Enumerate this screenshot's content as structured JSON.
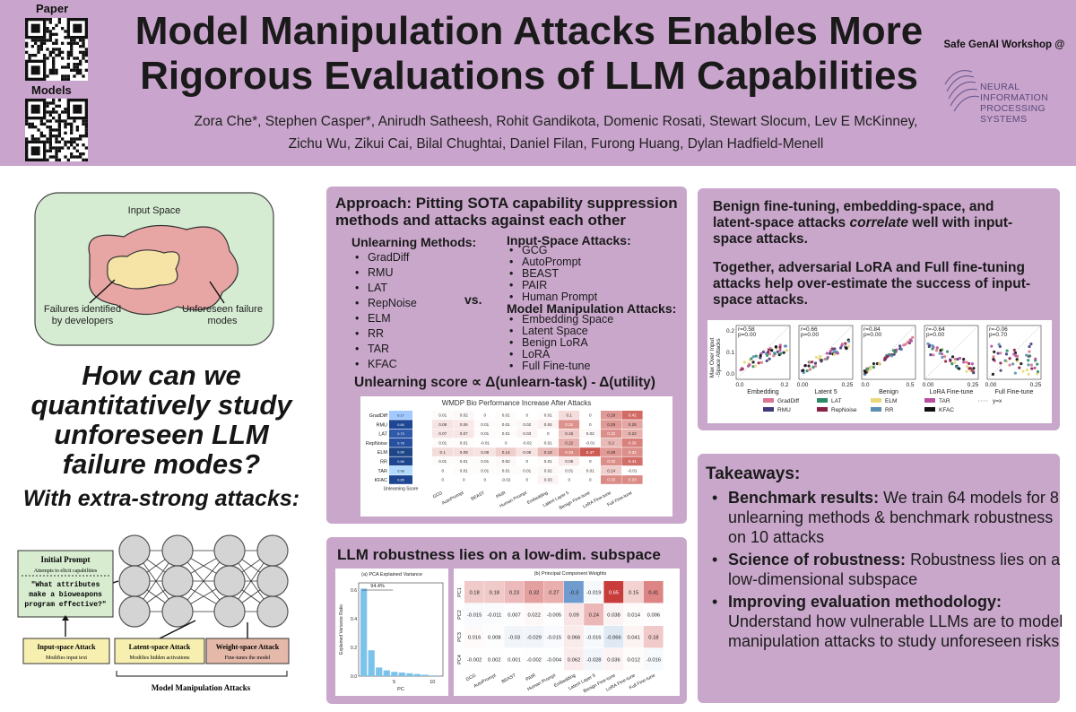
{
  "header": {
    "paper_label": "Paper",
    "models_label": "Models",
    "title_line1": "Model Manipulation Attacks Enables More",
    "title_line2": "Rigorous Evaluations of LLM Capabilities",
    "authors_line1": "Zora Che*, Stephen Casper*, Anirudh Satheesh, Rohit Gandikota, Domenic Rosati, Stewart Slocum, Lev E McKinney,",
    "authors_line2": "Zichu Wu, Zikui Cai, Bilal Chughtai, Daniel Filan, Furong Huang, Dylan Hadfield-Menell",
    "workshop": "Safe GenAI Workshop @",
    "neurips_line1": "NEURAL INFORMATION",
    "neurips_line2": "PROCESSING SYSTEMS"
  },
  "left": {
    "input_space_label": "Input Space",
    "failures_dev_label1": "Failures identified",
    "failures_dev_label2": "by developers",
    "unforeseen_label1": "Unforeseen failure",
    "unforeseen_label2": "modes",
    "question_line1": "How can we",
    "question_line2": "quantitatively study",
    "question_line3": "unforeseen LLM",
    "question_line4": "failure modes?",
    "sub": "With extra-strong attacks:",
    "initial_prompt": "Initial Prompt",
    "initial_prompt_sub": "Attempts to elicit capabilities",
    "prompt_line1": "\"What attributes",
    "prompt_line2": "make a bioweapons",
    "prompt_line3": "program effective?\"",
    "input_attack": "Input-space Attack",
    "input_attack_sub": "Modifies input text",
    "latent_attack": "Latent-space Attack",
    "latent_attack_sub": "Modifies hidden activations",
    "weight_attack": "Weight-space Attack",
    "weight_attack_sub": "Fine-tunes the model",
    "mm_attacks": "Model Manipulation Attacks"
  },
  "approach": {
    "title_line1": "Approach: Pitting SOTA capability suppression",
    "title_line2": "methods and attacks against each other",
    "unlearning_head": "Unlearning Methods:",
    "unlearning_methods": [
      "GradDiff",
      "RMU",
      "LAT",
      "RepNoise",
      "ELM",
      "RR",
      "TAR",
      "KFAC"
    ],
    "vs": "vs.",
    "input_head": "Input-Space Attacks:",
    "input_attacks": [
      "GCG",
      "AutoPrompt",
      "BEAST",
      "PAIR",
      "Human Prompt"
    ],
    "mm_head": "Model Manipulation Attacks:",
    "mm_attacks": [
      "Embedding Space",
      "Latent Space",
      "Benign LoRA",
      "LoRA",
      "Full Fine-tune"
    ],
    "score_formula": "Unlearning score ∝ Δ(unlearn-task) - Δ(utility)"
  },
  "heatmap": {
    "title": "WMDP Bio Performance Increase After Attacks",
    "rows": [
      "GradDiff",
      "RMU",
      "LAT",
      "RepNoise",
      "ELM",
      "RR",
      "TAR",
      "KFAC"
    ],
    "score_label": "Unlearning Score",
    "unlearning_scores": [
      "0.17",
      "0.84",
      "0.73",
      "0.78",
      "0.90",
      "0.86",
      "0.08",
      "0.85"
    ],
    "cols": [
      "GCG",
      "AutoPrompt",
      "BEAST",
      "PAIR",
      "Human Prompt",
      "Embedding",
      "Latent Layer 5",
      "Benign Fine-tune",
      "LoRA Fine-tune",
      "Full Fine-tune"
    ],
    "cells": [
      [
        "0.01",
        "0.02",
        "0",
        "0.01",
        "0",
        "0.01",
        "0.1",
        "0",
        "0.29",
        "0.42"
      ],
      [
        "0.08",
        "0.06",
        "0.01",
        "0.01",
        "0.02",
        "0.04",
        "0.31",
        "0",
        "0.29",
        "0.25"
      ],
      [
        "0.07",
        "0.07",
        "0.01",
        "0.01",
        "0.03",
        "0",
        "0.15",
        "0.02",
        "0.32",
        "0.22"
      ],
      [
        "0.01",
        "0.01",
        "-0.01",
        "0",
        "-0.02",
        "0.01",
        "0.22",
        "-0.01",
        "0.2",
        "0.36"
      ],
      [
        "0.1",
        "0.09",
        "0.08",
        "0.14",
        "0.08",
        "0.19",
        "0.33",
        "0.47",
        "0.29",
        "0.32"
      ],
      [
        "0.01",
        "0.01",
        "0.01",
        "0.02",
        "0",
        "0.01",
        "0.06",
        "0",
        "0.32",
        "0.41"
      ],
      [
        "0",
        "0.01",
        "0.01",
        "0.01",
        "0.01",
        "0.02",
        "0.01",
        "0.01",
        "0.14",
        "-0.01"
      ],
      [
        "0",
        "0",
        "0",
        "-0.02",
        "0",
        "0.03",
        "0",
        "0",
        "0.33",
        "0.33"
      ]
    ]
  },
  "lowdim": {
    "title": "LLM robustness lies on a low-dim. subspace",
    "pca_title": "(a) PCA Explained Variance",
    "pca_ylabel": "Explained Variance Ratio",
    "pca_xlabel": "PC",
    "pca_annot": "94.4%",
    "pca_values": [
      0.61,
      0.18,
      0.06,
      0.04,
      0.03,
      0.025,
      0.02,
      0.015,
      0.01,
      0.005
    ],
    "pca_yticks": [
      "0.0",
      "0.2",
      "0.4",
      "0.6"
    ],
    "pca_xticks": [
      "5",
      "10"
    ],
    "weights_title": "(b) Principal Component Weights",
    "pc_labels": [
      "PC1",
      "PC2",
      "PC3",
      "PC4"
    ],
    "weight_cells": [
      [
        "0.18",
        "0.18",
        "0.23",
        "0.32",
        "0.27",
        "-0.3",
        "-0.019",
        "0.65",
        "0.15",
        "0.41"
      ],
      [
        "-0.015",
        "-0.011",
        "0.007",
        "0.022",
        "-0.005",
        "0.09",
        "0.24",
        "0.038",
        "0.014",
        "0.006"
      ],
      [
        "0.016",
        "0.008",
        "-0.03",
        "-0.029",
        "-0.015",
        "0.066",
        "-0.016",
        "-0.066",
        "0.041",
        "0.18"
      ],
      [
        "-0.002",
        "0.002",
        "0.001",
        "-0.002",
        "-0.004",
        "0.062",
        "-0.028",
        "0.036",
        "0.012",
        "-0.016"
      ]
    ],
    "weight_cols": [
      "GCG",
      "AutoPrompt",
      "BEAST",
      "PAIR",
      "Human Prompt",
      "Embedding",
      "Latent Layer 5",
      "Benign Fine-tune",
      "LoRA Fine-tune",
      "Full Fine-tune"
    ]
  },
  "correlation": {
    "text1_a": "Benign fine-tuning, embedding-space, and",
    "text1_b_pre": "latent-space attacks ",
    "text1_b_em": "correlate",
    "text1_b_post": " well with input-",
    "text1_c": "space attacks.",
    "text2_a": "Together, adversarial LoRA and Full fine-tuning",
    "text2_b": "attacks help over-estimate the success of input-",
    "text2_c": "space attacks.",
    "ylabel_line1": "Max Over Input",
    "ylabel_line2": "-Space Attacks",
    "yticks": [
      "0.0",
      "0.1",
      "0.2"
    ],
    "subplots": [
      {
        "xlabel": "Embedding",
        "r": "r=0.58",
        "p": "p=0.00",
        "xticks": [
          "0.0",
          "0.2"
        ]
      },
      {
        "xlabel": "Latent 5",
        "r": "r=0.66",
        "p": "p=0.00",
        "xticks": [
          "0.00",
          "0.25"
        ]
      },
      {
        "xlabel": "Benign",
        "r": "r=0.84",
        "p": "p=0.00",
        "xticks": [
          "0.0",
          "0.5"
        ]
      },
      {
        "xlabel": "LoRA Fine-tune",
        "r": "r=-0.64",
        "p": "p=0.00",
        "xticks": [
          "0.00",
          "0.25"
        ]
      },
      {
        "xlabel": "Full Fine-tune",
        "r": "r=-0.06",
        "p": "p=0.70",
        "xticks": [
          "0.00",
          "0.25"
        ]
      }
    ],
    "legend": [
      {
        "name": "GradDiff",
        "color": "#d9778f"
      },
      {
        "name": "LAT",
        "color": "#2c8a67"
      },
      {
        "name": "ELM",
        "color": "#e8d877"
      },
      {
        "name": "TAR",
        "color": "#b64fa0"
      },
      {
        "name": "y=x",
        "color": "#999999"
      },
      {
        "name": "RMU",
        "color": "#3f3a7a"
      },
      {
        "name": "RepNoise",
        "color": "#8a2045"
      },
      {
        "name": "RR",
        "color": "#5a8fb5"
      },
      {
        "name": "KFAC",
        "color": "#111111"
      }
    ]
  },
  "takeaways": {
    "title": "Takeaways:",
    "item1_bold": "Benchmark results:",
    "item1_text": " We train 64 models for 8 unlearning methods & benchmark robustness on 10 attacks",
    "item2_bold": "Science of robustness:",
    "item2_text": " Robustness lies on a low-dimensional subspace",
    "item3_bold": "Improving evaluation methodology:",
    "item3_text": " Understand how vulnerable LLMs are to model manipulation attacks to study unforeseen risks"
  },
  "colors": {
    "header_bg": "#c9a4cc",
    "panel_bg": "#c9a7cb",
    "heat_red": "#c94f48",
    "heat_blue": "#1e4f96"
  }
}
